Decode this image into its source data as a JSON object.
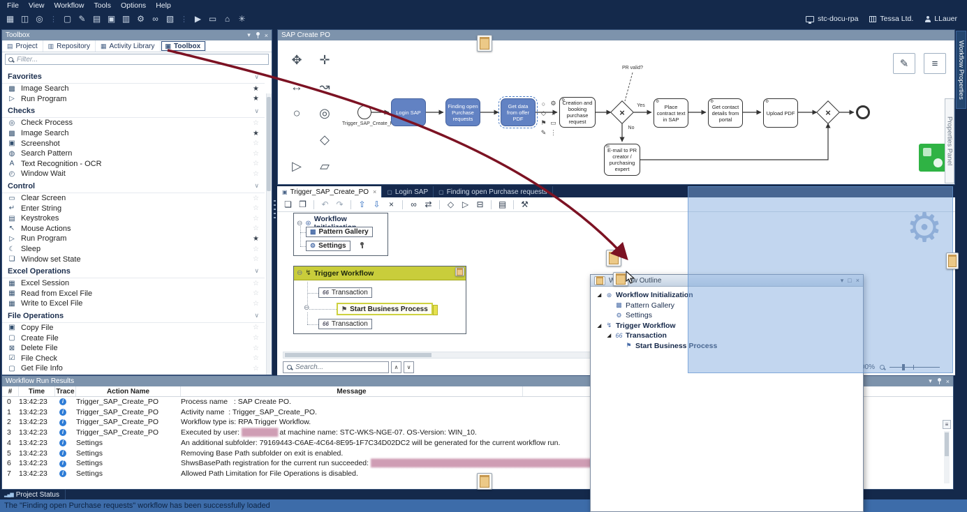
{
  "menubar": {
    "items": [
      "File",
      "View",
      "Workflow",
      "Tools",
      "Options",
      "Help"
    ]
  },
  "toolbar": {
    "icons": [
      {
        "name": "new-workflow-icon",
        "glyph": "▦"
      },
      {
        "name": "save-icon",
        "glyph": "◫"
      },
      {
        "name": "validate-icon",
        "glyph": "◎"
      },
      {
        "sep": true
      },
      {
        "name": "new-file-icon",
        "glyph": "▢"
      },
      {
        "name": "edit-file-icon",
        "glyph": "✎"
      },
      {
        "name": "library-icon",
        "glyph": "▤"
      },
      {
        "name": "copy-icon",
        "glyph": "▣"
      },
      {
        "name": "layout-icon",
        "glyph": "▥"
      },
      {
        "name": "settings-icon",
        "glyph": "⚙"
      },
      {
        "name": "attach-icon",
        "glyph": "∞"
      },
      {
        "name": "report-icon",
        "gly": "",
        "glyph": "▧"
      },
      {
        "sep": true
      },
      {
        "name": "run-icon",
        "glyph": "▶"
      },
      {
        "name": "monitor-icon",
        "glyph": "▭"
      },
      {
        "name": "home-icon",
        "glyph": "⌂"
      },
      {
        "name": "new-item-icon",
        "glyph": "✳"
      }
    ],
    "session": "stc-docu-rpa",
    "company": "Tessa Ltd.",
    "user": "LLauer"
  },
  "toolbox": {
    "title": "Toolbox",
    "tabs": [
      {
        "label": "Project",
        "icon": "▤"
      },
      {
        "label": "Repository",
        "icon": "▥"
      },
      {
        "label": "Activity Library",
        "icon": "▦"
      },
      {
        "label": "Toolbox",
        "icon": "▣",
        "active": true
      }
    ],
    "filter_placeholder": "Filter...",
    "sections": [
      {
        "title": "Favorites",
        "items": [
          {
            "label": "Image Search",
            "icon": "▩",
            "fav": true
          },
          {
            "label": "Run Program",
            "icon": "▷",
            "fav": true
          }
        ]
      },
      {
        "title": "Checks",
        "items": [
          {
            "label": "Check Process",
            "icon": "◎"
          },
          {
            "label": "Image Search",
            "icon": "▩",
            "fav": true
          },
          {
            "label": "Screenshot",
            "icon": "▣"
          },
          {
            "label": "Search Pattern",
            "icon": "◍"
          },
          {
            "label": "Text Recognition - OCR",
            "icon": "A"
          },
          {
            "label": "Window Wait",
            "icon": "◴"
          }
        ]
      },
      {
        "title": "Control",
        "items": [
          {
            "label": "Clear Screen",
            "icon": "▭"
          },
          {
            "label": "Enter String",
            "icon": "↵"
          },
          {
            "label": "Keystrokes",
            "icon": "▤"
          },
          {
            "label": "Mouse Actions",
            "icon": "↖"
          },
          {
            "label": "Run Program",
            "icon": "▷",
            "fav": true
          },
          {
            "label": "Sleep",
            "icon": "☾"
          },
          {
            "label": "Window set State",
            "icon": "❏"
          }
        ]
      },
      {
        "title": "Excel Operations",
        "items": [
          {
            "label": "Excel Session",
            "icon": "▦"
          },
          {
            "label": "Read from Excel File",
            "icon": "▦"
          },
          {
            "label": "Write to Excel File",
            "icon": "▦"
          }
        ]
      },
      {
        "title": "File Operations",
        "items": [
          {
            "label": "Copy File",
            "icon": "▣"
          },
          {
            "label": "Create File",
            "icon": "▢"
          },
          {
            "label": "Delete File",
            "icon": "⊠"
          },
          {
            "label": "File Check",
            "icon": "☑"
          },
          {
            "label": "Get File Info",
            "icon": "▢"
          }
        ]
      }
    ]
  },
  "canvas": {
    "title": "SAP Create PO",
    "palette": [
      {
        "name": "hand-tool-icon",
        "glyph": "✥"
      },
      {
        "name": "crosshair-tool-icon",
        "glyph": "✛"
      },
      {
        "name": "resize-tool-icon",
        "glyph": "↔"
      },
      {
        "name": "connector-tool-icon",
        "glyph": "↝"
      },
      {
        "name": "circle-tool-icon",
        "glyph": "○"
      },
      {
        "name": "double-circle-tool-icon",
        "glyph": "◎"
      },
      {
        "name": "blank",
        "glyph": ""
      },
      {
        "name": "gateway-tool-icon",
        "glyph": "◇"
      },
      {
        "name": "play-tool-icon",
        "glyph": "▷"
      },
      {
        "name": "map-tool-icon",
        "glyph": "▱"
      }
    ],
    "context_pad": [
      {
        "name": "append-event-icon",
        "glyph": "○"
      },
      {
        "name": "append-task-icon",
        "glyph": "⚙"
      },
      {
        "name": "append-gateway-icon",
        "glyph": "◇"
      },
      {
        "name": "delete-node-icon",
        "glyph": "×"
      },
      {
        "name": "flag-node-icon",
        "glyph": "⚑"
      },
      {
        "name": "annotation-icon",
        "glyph": "▭"
      },
      {
        "name": "edit-node-icon",
        "glyph": "✎"
      },
      {
        "name": "more-options-icon",
        "glyph": "⋮"
      }
    ],
    "diagram": {
      "start_label": "Trigger_SAP_Create_PO",
      "t_login": "Login SAP",
      "t_finding": "Finding open Purchase requests",
      "t_getdata": "Get data from offer PDF",
      "t_creation": "Creation and booking purchase request",
      "t_place": "Place contract text in SAP",
      "t_contact": "Get contact details from portal",
      "t_upload": "Upload PDF",
      "t_email": "E-mail to PR creator / purchasing expert",
      "gateway_label": "PR valid?",
      "yes": "Yes",
      "no": "No"
    },
    "properties_panel_tab": "Properties Panel"
  },
  "right_rail": {
    "tab": "Workflow Properties"
  },
  "editor": {
    "tabs": [
      {
        "label": "Trigger_SAP_Create_PO",
        "icon": "▣",
        "active": true,
        "close": true
      },
      {
        "label": "Login SAP",
        "icon": "▢"
      },
      {
        "label": "Finding open Purchase requests",
        "icon": "▢"
      }
    ],
    "buttons": [
      {
        "name": "copy-icon",
        "glyph": "❏"
      },
      {
        "name": "paste-icon",
        "glyph": "❐"
      },
      {
        "sep": true
      },
      {
        "name": "undo-icon",
        "glyph": "↶",
        "color": "#9aa7b6"
      },
      {
        "name": "redo-icon",
        "glyph": "↷",
        "color": "#9aa7b6"
      },
      {
        "sep": true
      },
      {
        "name": "move-up-icon",
        "glyph": "⇧",
        "color": "#2f6cc0"
      },
      {
        "name": "move-down-icon",
        "glyph": "⇩",
        "color": "#2f6cc0"
      },
      {
        "name": "delete-icon",
        "glyph": "×"
      },
      {
        "sep": true
      },
      {
        "name": "link-icon",
        "glyph": "∞"
      },
      {
        "name": "swap-icon",
        "glyph": "⇄"
      },
      {
        "sep": true
      },
      {
        "name": "breakpoint-icon",
        "glyph": "◇"
      },
      {
        "name": "run-icon",
        "glyph": "▷"
      },
      {
        "name": "trash-icon",
        "glyph": "⊟"
      },
      {
        "sep": true
      },
      {
        "name": "print-icon",
        "glyph": "▤"
      },
      {
        "sep": true
      },
      {
        "name": "wrench-icon",
        "glyph": "⚒"
      }
    ],
    "blocks": {
      "init": {
        "title": "Workflow Initialization",
        "pattern_gallery": "Pattern Gallery",
        "settings": "Settings"
      },
      "trigger": {
        "title": "Trigger Workflow",
        "transaction_top": "Transaction",
        "start": "Start Business Process",
        "transaction_bottom": "Transaction"
      }
    },
    "search_placeholder": "Search...",
    "zoom": "100%"
  },
  "outline": {
    "title": "Workflow Outline",
    "nodes": [
      {
        "level": 0,
        "expanded": true,
        "icon": "⊛",
        "label": "Workflow Initialization",
        "bold": true
      },
      {
        "level": 1,
        "icon": "▩",
        "label": "Pattern Gallery"
      },
      {
        "level": 1,
        "icon": "⚙",
        "label": "Settings"
      },
      {
        "level": 0,
        "expanded": true,
        "icon": "↯",
        "label": "Trigger Workflow",
        "bold": true
      },
      {
        "level": 1,
        "expanded": true,
        "icon": "66",
        "label": "Transaction",
        "bold": true
      },
      {
        "level": 2,
        "icon": "⚑",
        "label": "Start Business Process",
        "bold": true
      }
    ]
  },
  "run_results": {
    "title": "Workflow Run Results",
    "columns": [
      "#",
      "Time",
      "Trace",
      "Action Name",
      "Message"
    ],
    "rows": [
      {
        "num": "0",
        "time": "13:42:23",
        "action": "Trigger_SAP_Create_PO",
        "message": "Process name   : SAP Create PO."
      },
      {
        "num": "1",
        "time": "13:42:23",
        "action": "Trigger_SAP_Create_PO",
        "message": "Activity name  : Trigger_SAP_Create_PO."
      },
      {
        "num": "2",
        "time": "13:42:23",
        "action": "Trigger_SAP_Create_PO",
        "message": "Workflow type is: RPA Trigger Workflow."
      },
      {
        "num": "3",
        "time": "13:42:23",
        "action": "Trigger_SAP_Create_PO",
        "message": "Executed by user: ████████ at machine name: STC-WKS-NGE-07. OS-Version: WIN_10."
      },
      {
        "num": "4",
        "time": "13:42:23",
        "action": "Settings",
        "message": "An additional subfolder: 79169443-C6AE-4C64-8E95-1F7C34D02DC2 will be generated for the current workflow run."
      },
      {
        "num": "5",
        "time": "13:42:23",
        "action": "Settings",
        "message": "Removing Base Path subfolder on exit is enabled."
      },
      {
        "num": "6",
        "time": "13:42:23",
        "action": "Settings",
        "message": "ShwsBasePath registration for the current run succeeded: ██████████████████████████████████████████████████████████ █████-████████████"
      },
      {
        "num": "7",
        "time": "13:42:23",
        "action": "Settings",
        "message": "Allowed Path Limitation for File Operations is disabled."
      }
    ]
  },
  "project_status": {
    "label": "Project Status"
  },
  "statusbar": {
    "text": "The \"Finding open Purchase requests\" workflow has been successfully loaded"
  }
}
